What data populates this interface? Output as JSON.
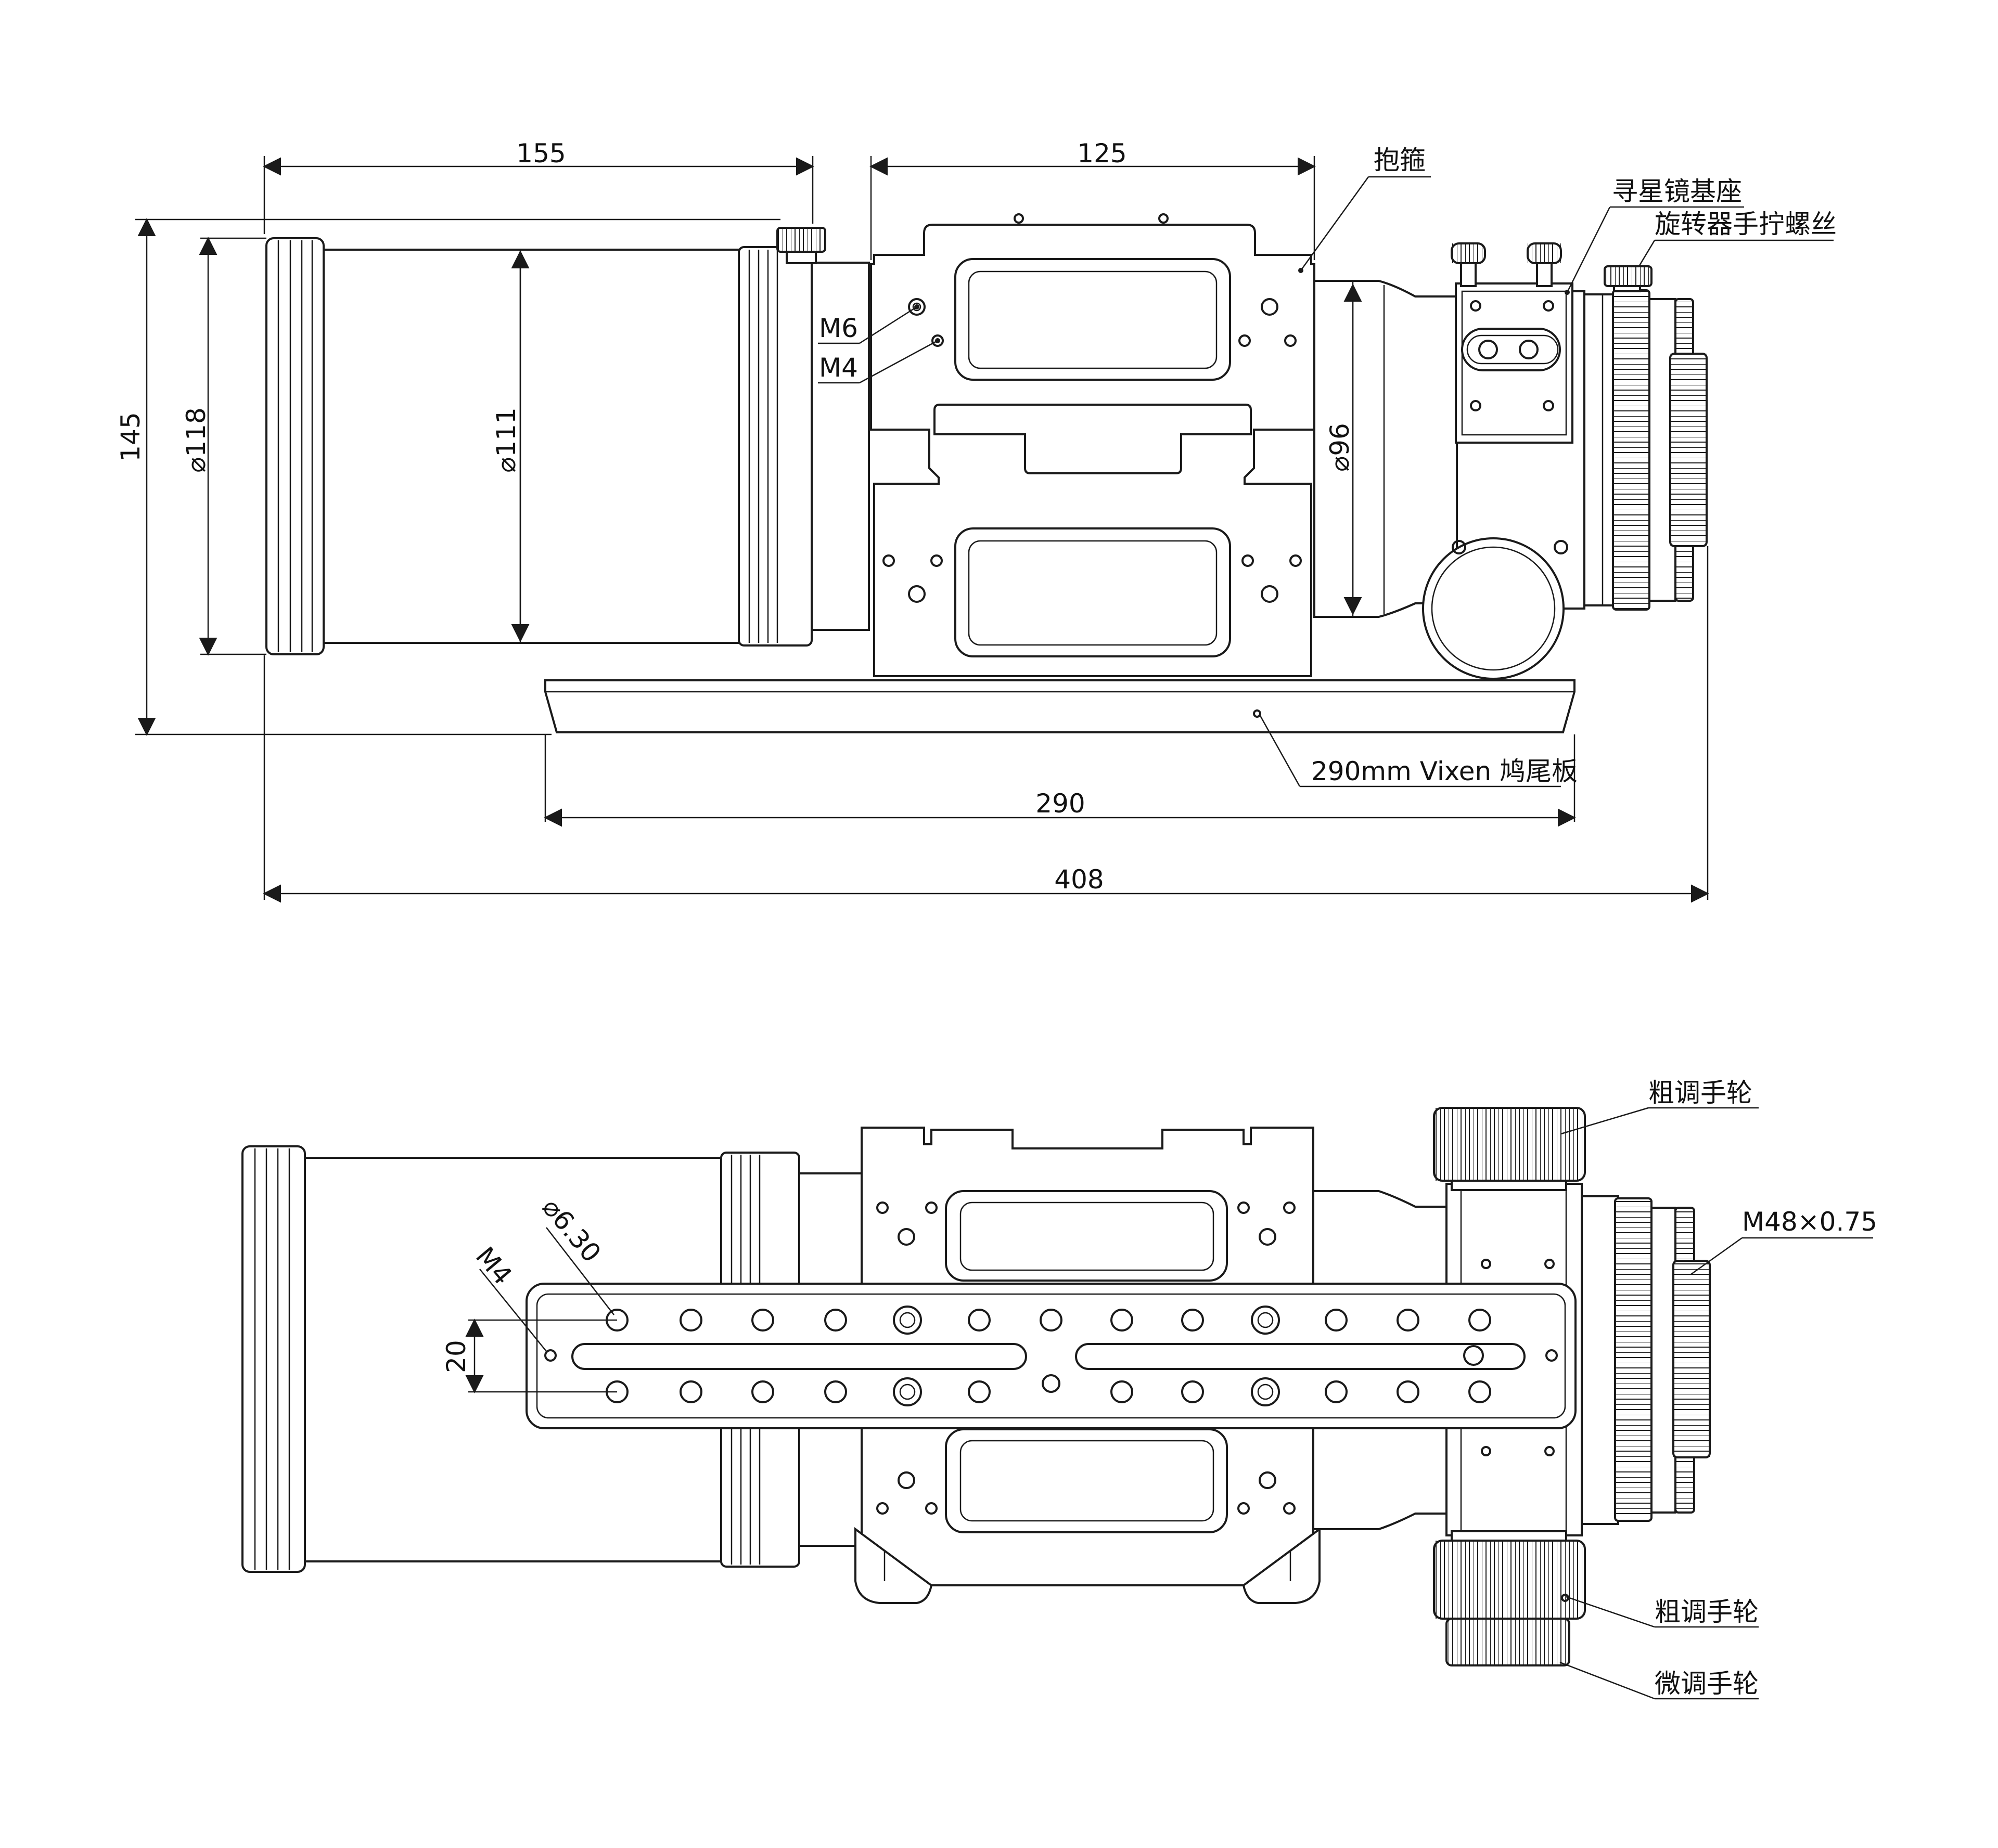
{
  "top_view": {
    "dimensions": {
      "tube_length": "155",
      "clamp_length": "125",
      "height": "145",
      "dia_dew_shield": "⌀118",
      "dia_tube": "⌀111",
      "dia_focuser": "⌀96",
      "dovetail_length": "290",
      "overall_length": "408"
    },
    "labels": {
      "clamp": "抱箍",
      "finder_base": "寻星镜基座",
      "rotator_screw": "旋转器手拧螺丝",
      "m6": "M6",
      "m4": "M4",
      "dovetail": "290mm Vixen 鸠尾板"
    }
  },
  "bottom_view": {
    "dimensions": {
      "hole_dia": "⌀6.30",
      "m4": "M4",
      "spacing": "20"
    },
    "labels": {
      "coarse_knob_top": "粗调手轮",
      "thread": "M48×0.75",
      "coarse_knob_bottom": "粗调手轮",
      "fine_knob": "微调手轮"
    }
  }
}
